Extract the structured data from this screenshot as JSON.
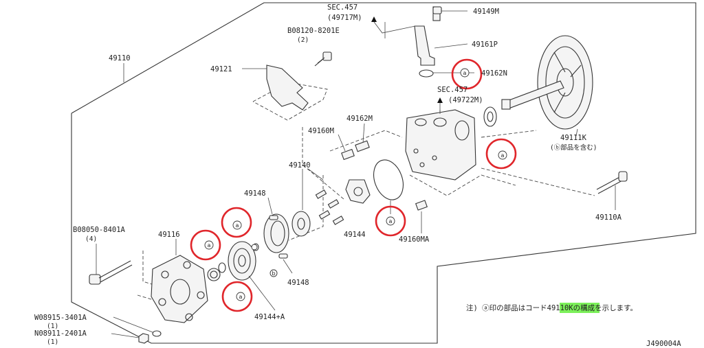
{
  "parts": {
    "sec457_a": "SEC.457",
    "sec457_a_sub": "(49717M)",
    "p49149M": "49149M",
    "p49161P": "49161P",
    "p08120": "B08120-8201E",
    "p08120_qty": "(2)",
    "p49110": "49110",
    "p49121": "49121",
    "p49162N": "49162N",
    "sec457_b": "SEC.457",
    "sec457_b_sub": "(49722M)",
    "p49162M": "49162M",
    "p49160M": "49160M",
    "p49111K": "49111K",
    "p49111K_note": "(ⓑ部品を含む)",
    "p49140": "49140",
    "p49148_top": "49148",
    "p49110A": "49110A",
    "p08050": "B08050-8401A",
    "p08050_qty": "(4)",
    "p49116": "49116",
    "p49144": "49144",
    "p49160MA": "49160MA",
    "p49148_bot": "49148",
    "p49144A": "49144+A",
    "p08915": "W08915-3401A",
    "p08915_qty": "(1)",
    "p08911": "N08911-2401A",
    "p08911_qty": "(1)"
  },
  "marks": {
    "a": "a",
    "b": "b"
  },
  "note": {
    "prefix": "注) ⓐ印の部品はコード",
    "code": "49110K",
    "suffix": "の構成を示します。"
  },
  "diagram_id": "J490004A",
  "colors": {
    "highlight_ring": "#e0262b",
    "code_highlight": "#7cf05a"
  }
}
